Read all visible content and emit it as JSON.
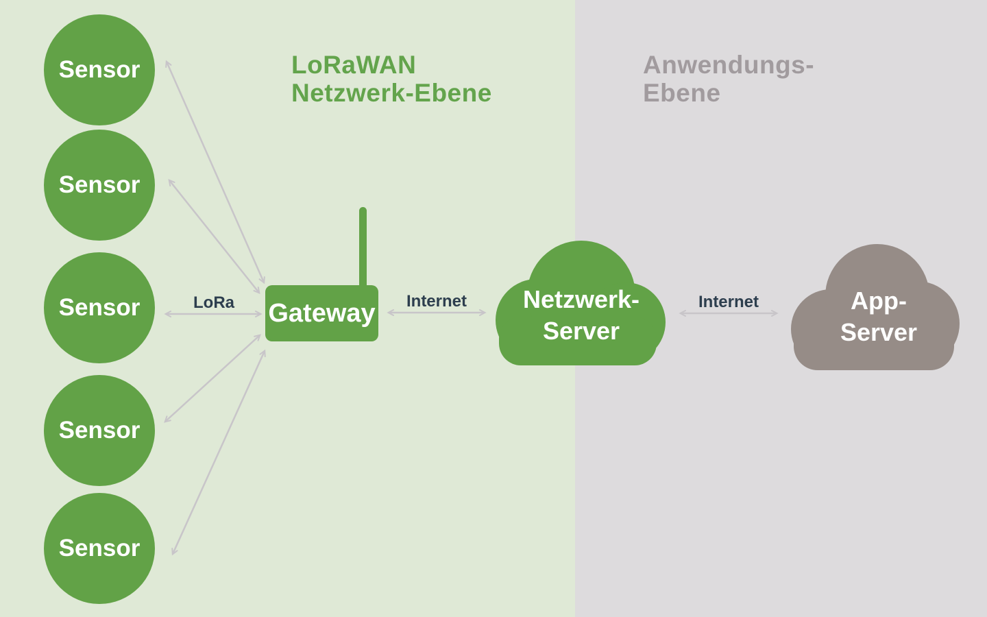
{
  "diagram": {
    "left_zone_title": {
      "line1": "LoRaWAN",
      "line2": "Netzwerk-Ebene"
    },
    "right_zone_title": {
      "line1": "Anwendungs-",
      "line2": "Ebene"
    },
    "sensors": [
      {
        "label": "Sensor"
      },
      {
        "label": "Sensor"
      },
      {
        "label": "Sensor"
      },
      {
        "label": "Sensor"
      },
      {
        "label": "Sensor"
      }
    ],
    "gateway": {
      "label": "Gateway"
    },
    "network_server": {
      "line1": "Netzwerk-",
      "line2": "Server"
    },
    "app_server": {
      "line1": "App-",
      "line2": "Server"
    },
    "connections": {
      "lora": {
        "label": "LoRa"
      },
      "internet_gateway": {
        "label": "Internet"
      },
      "internet_app": {
        "label": "Internet"
      }
    }
  },
  "colors": {
    "zone_left_bg": "#dfe9d6",
    "zone_right_bg": "#dddbdd",
    "node_green": "#62a247",
    "title_green": "#63a44c",
    "title_gray": "#a19b9e",
    "cloud_taupe": "#968c87",
    "label_dark": "#2d3e4e",
    "arrow_gray": "#c8c5c9",
    "node_text": "#ffffff"
  }
}
